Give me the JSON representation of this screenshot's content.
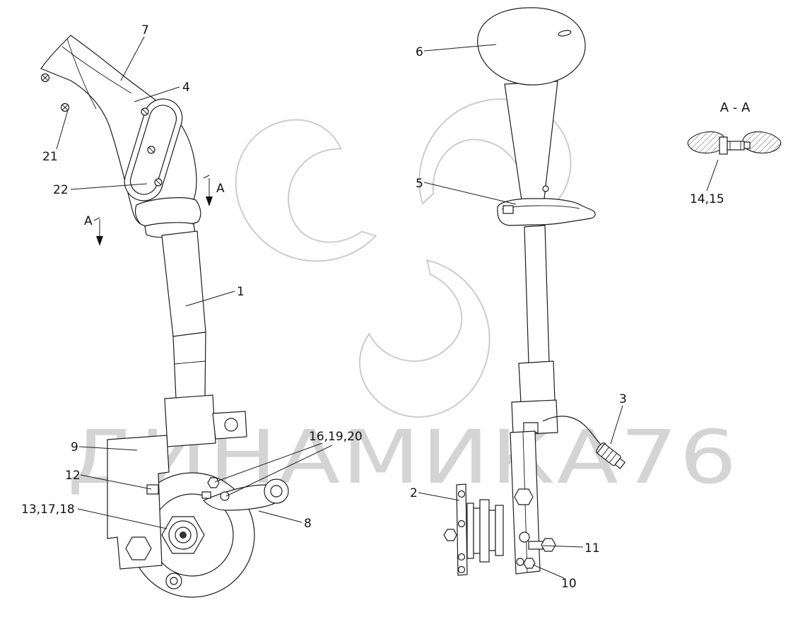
{
  "diagram": {
    "watermark_text": "ДИНАМИКА76",
    "section_view_title": "A - A",
    "section_arrow_left": "A",
    "section_arrow_right": "A",
    "callouts": {
      "c1": "1",
      "c2": "2",
      "c3": "3",
      "c4": "4",
      "c5": "5",
      "c6": "6",
      "c7": "7",
      "c8": "8",
      "c9": "9",
      "c10": "10",
      "c11": "11",
      "c12": "12",
      "c21": "21",
      "c22": "22",
      "c13_17_18": "13,17,18",
      "c14_15": "14,15",
      "c16_19_20": "16,19,20"
    }
  }
}
